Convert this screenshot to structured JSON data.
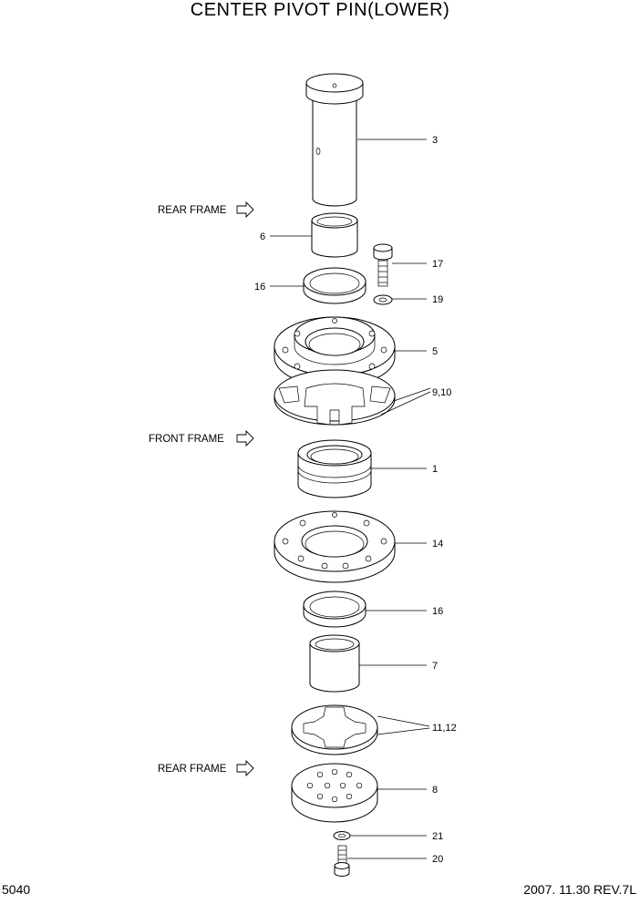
{
  "title": "CENTER PIVOT PIN(LOWER)",
  "page_number": "5040",
  "revision": "2007. 11.30  REV.7L",
  "frames": {
    "rear_frame_top": "REAR FRAME",
    "front_frame": "FRONT FRAME",
    "rear_frame_bottom": "REAR FRAME"
  },
  "callouts": {
    "p3": "3",
    "p6": "6",
    "p17": "17",
    "p16a": "16",
    "p19": "19",
    "p5": "5",
    "p910": "9,10",
    "p1": "1",
    "p14": "14",
    "p16b": "16",
    "p7": "7",
    "p1112": "11,12",
    "p8": "8",
    "p21": "21",
    "p20": "20"
  }
}
